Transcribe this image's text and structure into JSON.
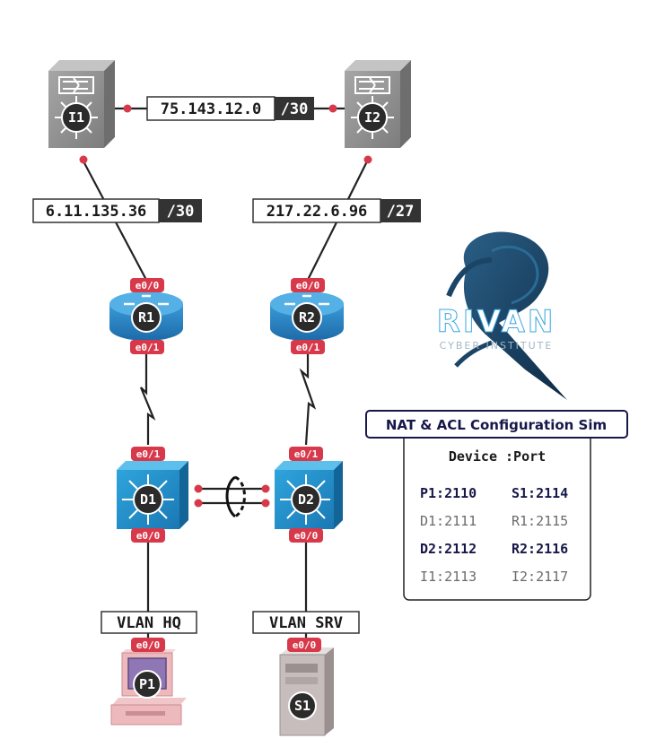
{
  "links": {
    "i1_i2": {
      "network": "75.143.12.0",
      "mask": "/30"
    },
    "i1_r1": {
      "network": "6.11.135.36",
      "mask": "/30"
    },
    "i2_r2": {
      "network": "217.22.6.96",
      "mask": "/27"
    }
  },
  "devices": {
    "i1": "I1",
    "i2": "I2",
    "r1": "R1",
    "r2": "R2",
    "d1": "D1",
    "d2": "D2",
    "p1": "P1",
    "s1": "S1"
  },
  "ports": {
    "r1_top": "e0/0",
    "r1_bottom": "e0/1",
    "r2_top": "e0/0",
    "r2_bottom": "e0/1",
    "d1_top": "e0/1",
    "d1_bottom": "e0/0",
    "d2_top": "e0/1",
    "d2_bottom": "e0/0",
    "p1_top": "e0/0",
    "s1_top": "e0/0"
  },
  "vlans": {
    "hq": "VLAN HQ",
    "srv": "VLAN SRV"
  },
  "logo": {
    "name": "RIVAN",
    "subtitle": "CYBER INSTITUTE"
  },
  "sim_panel": {
    "title": "NAT & ACL Configuration Sim",
    "header": "Device :Port",
    "rows": [
      {
        "left": "P1:2110",
        "right": "S1:2114",
        "style": "dark"
      },
      {
        "left": "D1:2111",
        "right": "R1:2115",
        "style": "light"
      },
      {
        "left": "D2:2112",
        "right": "R2:2116",
        "style": "dark"
      },
      {
        "left": "I1:2113",
        "right": "I2:2117",
        "style": "light"
      }
    ]
  },
  "colors": {
    "port_badge": "#d8394a",
    "router_blue": "#2a83c2",
    "switch_blue": "#1e90c9",
    "isp_gray": "#8f8f8f",
    "label_dark": "#333333",
    "panel_navy": "#17174a"
  }
}
